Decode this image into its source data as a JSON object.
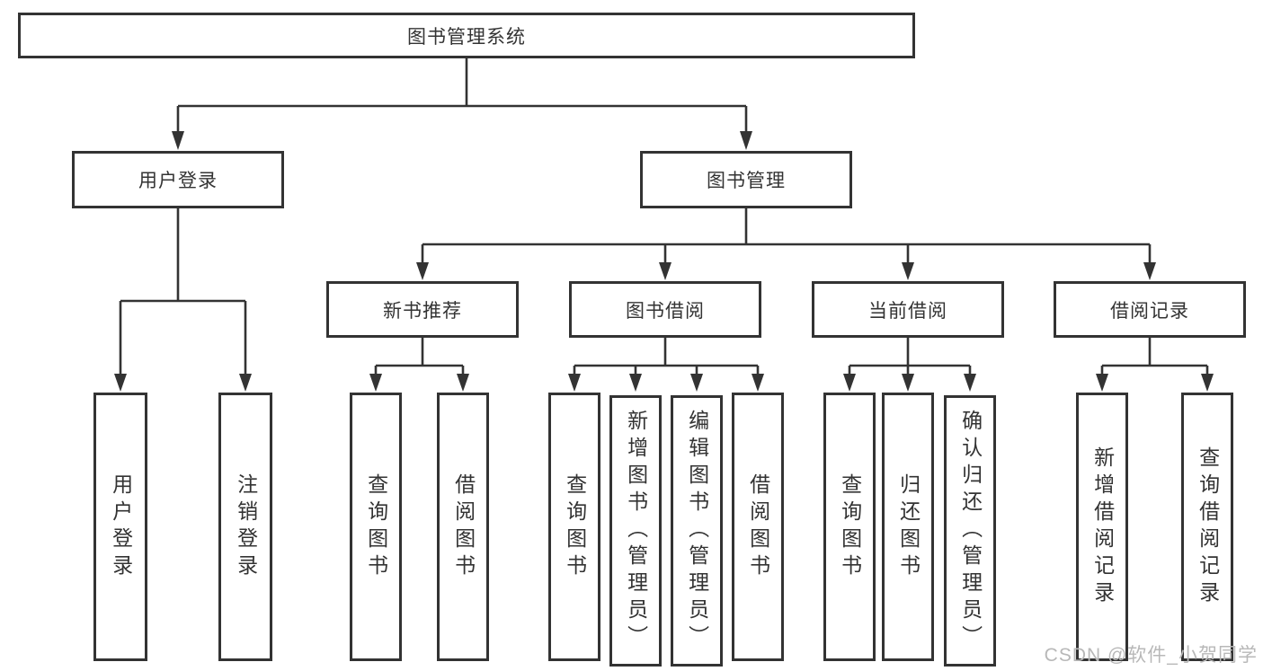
{
  "diagram": {
    "title": "图书管理系统",
    "nodes": {
      "root": "图书管理系统",
      "user_login": "用户登录",
      "book_mgmt": "图书管理",
      "leaf_user_login": "用户登录",
      "leaf_logout": "注销登录",
      "new_book_rec": "新书推荐",
      "book_borrow": "图书借阅",
      "current_borrow": "当前借阅",
      "borrow_record": "借阅记录",
      "rec_query_book": "查询图书",
      "rec_borrow_book": "借阅图书",
      "bb_query_book": "查询图书",
      "bb_add_book": "新增图书（管理员）",
      "bb_edit_book": "编辑图书（管理员）",
      "bb_borrow_book": "借阅图书",
      "cb_query_book": "查询图书",
      "cb_return_book": "归还图书",
      "cb_confirm_return": "确认归还（管理员）",
      "br_add_record": "新增借阅记录",
      "br_query_record": "查询借阅记录"
    },
    "watermark": "CSDN @软件_小贺同学",
    "colors": {
      "line": "#333333",
      "text": "#333333",
      "background": "#ffffff",
      "watermark": "#b8b8b8"
    }
  }
}
